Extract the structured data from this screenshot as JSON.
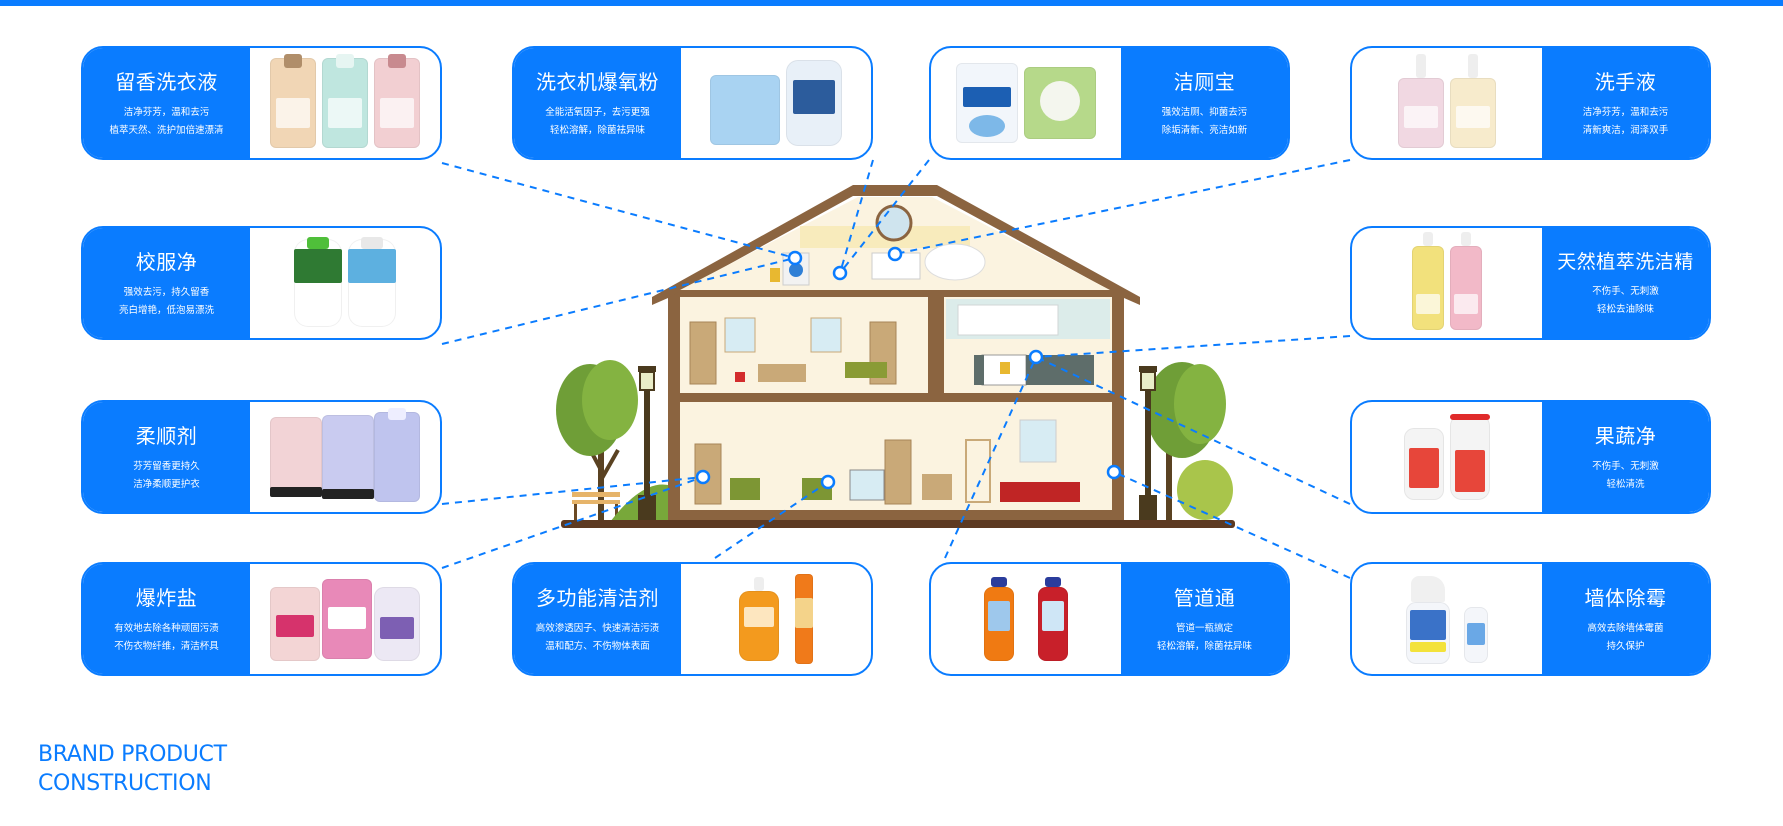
{
  "header": {
    "accent_color": "#0a7cff"
  },
  "cards": [
    {
      "id": "fragrance-laundry-liquid",
      "title": "留香洗衣液",
      "lines": [
        "洁净芬芳，温和去污",
        "植萃天然、洗护加倍速漂清"
      ],
      "product_icon": "laundry-bottles-icon",
      "products": 3
    },
    {
      "id": "washing-machine-oxygen-powder",
      "title": "洗衣机爆氧粉",
      "lines": [
        "全能活氧因子，去污更强",
        "轻松溶解，除菌祛异味"
      ],
      "product_icon": "powder-box-and-canister-icon",
      "products": 2
    },
    {
      "id": "toilet-cleaner",
      "title": "洁厕宝",
      "lines": [
        "强效洁厕、抑菌去污",
        "除垢清新、亮洁如新"
      ],
      "product_icon": "toilet-block-packs-icon",
      "products": 2
    },
    {
      "id": "hand-wash",
      "title": "洗手液",
      "lines": [
        "洁净芬芳，温和去污",
        "清新爽洁，润泽双手"
      ],
      "product_icon": "pump-bottles-icon",
      "products": 2
    },
    {
      "id": "school-uniform-cleaner",
      "title": "校服净",
      "lines": [
        "强效去污，持久留香",
        "亮白增艳，低泡易漂洗"
      ],
      "product_icon": "shirt-shaped-bottles-icon",
      "products": 2
    },
    {
      "id": "plant-dish-soap",
      "title": "天然植萃洗洁精",
      "lines": [
        "不伤手、无刺激",
        "轻松去油除味"
      ],
      "product_icon": "dish-soap-bottles-icon",
      "products": 2
    },
    {
      "id": "fabric-softener",
      "title": "柔顺剂",
      "lines": [
        "芬芳留香更持久",
        "洁净柔顺更护衣"
      ],
      "product_icon": "softener-pouches-icon",
      "products": 3
    },
    {
      "id": "fruit-veg-cleaner",
      "title": "果蔬净",
      "lines": [
        "不伤手、无刺激",
        "轻松清洗"
      ],
      "product_icon": "fruit-veg-canisters-icon",
      "products": 2
    },
    {
      "id": "oxygen-bleach-salt",
      "title": "爆炸盐",
      "lines": [
        "有效地去除各种顽固污渍",
        "不伤衣物纤维，清洁杯具"
      ],
      "product_icon": "bleach-salt-tubs-icon",
      "products": 3
    },
    {
      "id": "multi-purpose-cleaner",
      "title": "多功能清洁剂",
      "lines": [
        "高效渗透因子、快速清洁污渍",
        "温和配方、不伤物体表面"
      ],
      "product_icon": "cleaner-bottle-and-spray-icon",
      "products": 2
    },
    {
      "id": "drain-cleaner",
      "title": "管道通",
      "lines": [
        "管道一瓶搞定",
        "轻松溶解，除菌祛异味"
      ],
      "product_icon": "drain-cleaner-bottles-icon",
      "products": 2
    },
    {
      "id": "wall-mold-remover",
      "title": "墙体除霉",
      "lines": [
        "高效去除墙体霉菌",
        "持久保护"
      ],
      "product_icon": "mold-spray-bottles-icon",
      "products": 2
    }
  ],
  "illustration": {
    "subject": "house-cutaway-icon",
    "hotspots": 7
  },
  "footer": {
    "title_line1": "BRAND PRODUCT",
    "title_line2": "CONSTRUCTION"
  }
}
